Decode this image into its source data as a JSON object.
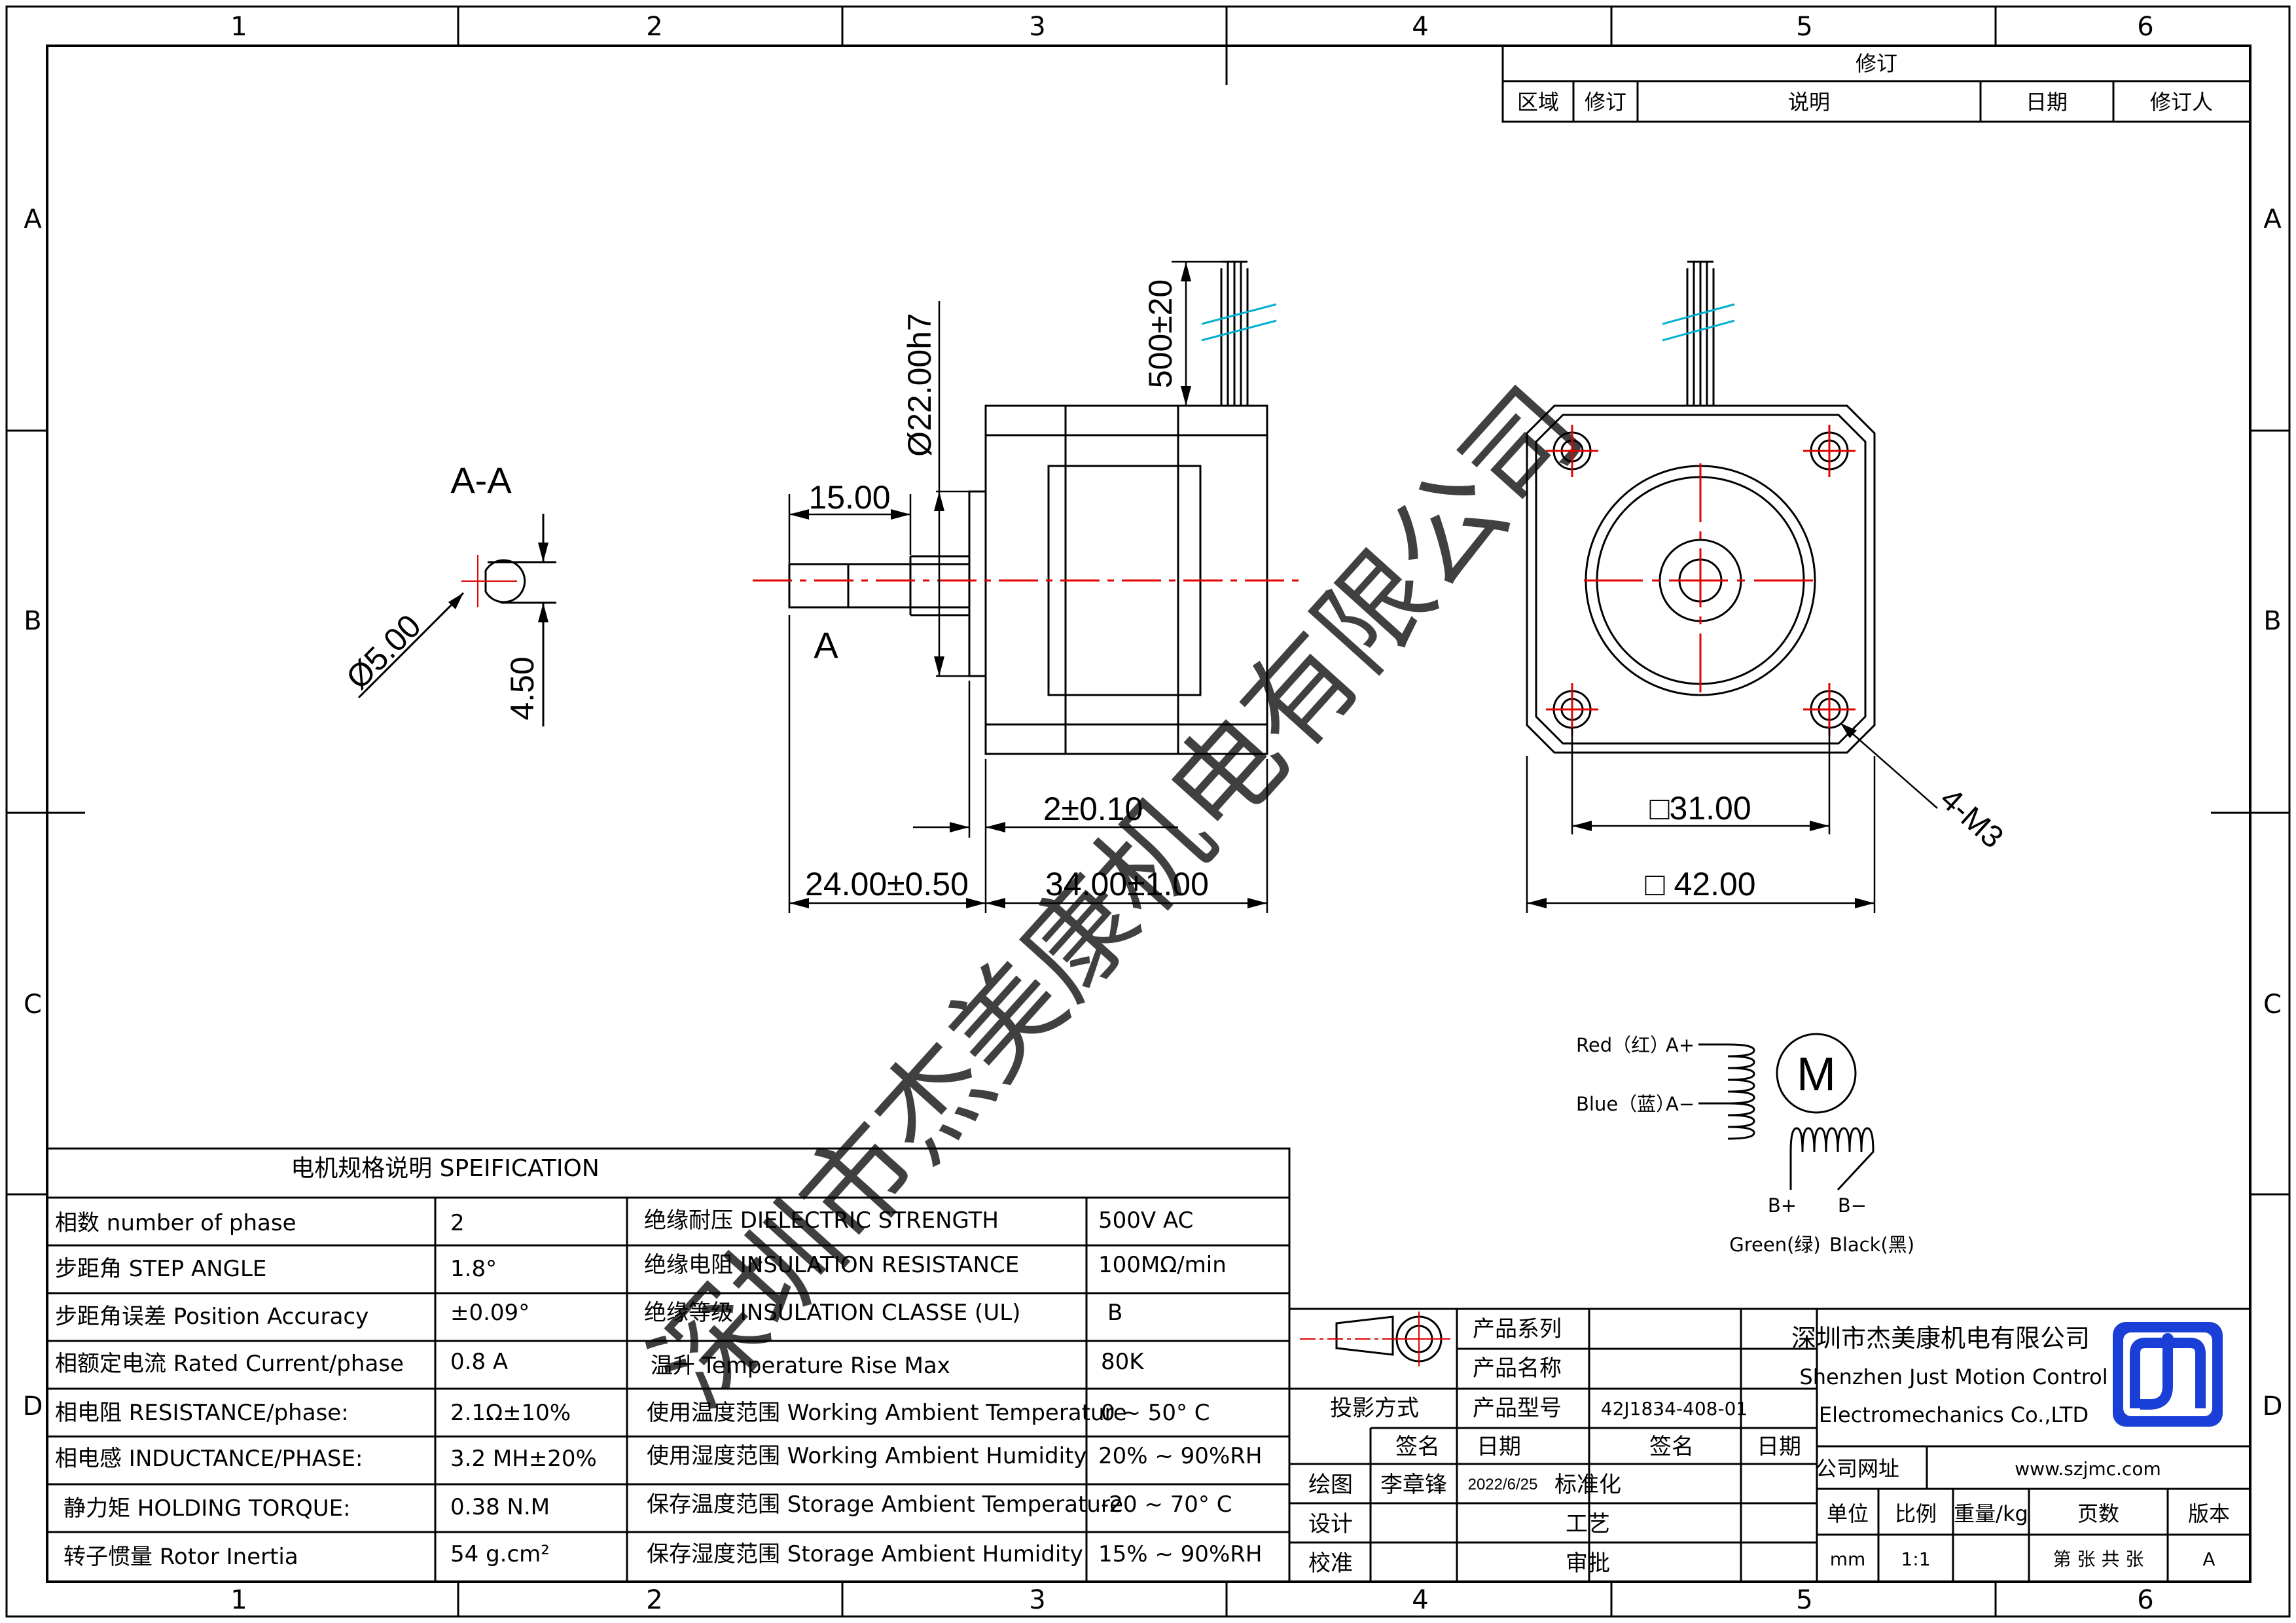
{
  "frame": {
    "col_labels": [
      "1",
      "2",
      "3",
      "4",
      "5",
      "6"
    ],
    "row_labels": [
      "A",
      "B",
      "C",
      "D"
    ]
  },
  "revision": {
    "title": "修订",
    "headers": [
      "区域",
      "修订",
      "说明",
      "日期",
      "修订人"
    ]
  },
  "section_view": {
    "title": "A-A",
    "dia": "Ø5.00",
    "flat": "4.50"
  },
  "side_view": {
    "shaft_len": "15.00",
    "pilot_dia": "Ø22.00h7",
    "lead_len": "500±20",
    "section_mark": "A",
    "pilot_height": "2±0.10",
    "shaft_total": "24.00±0.50",
    "body_len": "34.00±1.00"
  },
  "front_view": {
    "hole_pitch": "□31.00",
    "body_size": "□ 42.00",
    "holes": "4-M3"
  },
  "wiring": {
    "red": "Red（红）",
    "a_plus": "A+",
    "blue": "Blue（蓝）",
    "a_minus": "A−",
    "motor": "M",
    "b_plus": "B+",
    "b_minus": "B−",
    "green": "Green(绿)",
    "black": "Black(黑)"
  },
  "watermark": "深圳市杰美康机电有限公司",
  "spec": {
    "title": "电机规格说明 SPEIFICATION",
    "rows": [
      [
        "相数 number of phase",
        "2",
        "绝缘耐压 DIELECTRIC STRENGTH",
        "500V AC"
      ],
      [
        "步距角 STEP ANGLE",
        "1.8°",
        "绝缘电阻 INSULATION RESISTANCE",
        "100MΩ/min"
      ],
      [
        "步距角误差 Position Accuracy",
        "±0.09°",
        "绝缘等级 INSULATION CLASSE (UL)",
        "B"
      ],
      [
        "相额定电流 Rated Current/phase",
        "0.8 A",
        "温升 Temperature Rise Max",
        "80K"
      ],
      [
        "相电阻 RESISTANCE/phase:",
        "2.1Ω±10%",
        "使用温度范围 Working Ambient Temperature",
        "0 ~ 50° C"
      ],
      [
        "相电感 INDUCTANCE/PHASE:",
        "3.2 MH±20%",
        "使用湿度范围 Working Ambient Humidity",
        "20% ~ 90%RH"
      ],
      [
        "静力矩 HOLDING TORQUE:",
        "0.38 N.M",
        "保存温度范围 Storage Ambient Temperature",
        "-20 ~ 70° C"
      ],
      [
        "转子惯量 Rotor Inertia",
        "54 g.cm²",
        "保存湿度范围 Storage Ambient Humidity",
        "15% ~ 90%RH"
      ]
    ]
  },
  "title_block": {
    "product_series": "产品系列",
    "product_name": "产品名称",
    "projection": "投影方式",
    "product_model": "产品型号",
    "model_value": "42J1834-408-01",
    "sign": "签名",
    "date": "日期",
    "drawn": "绘图",
    "drawer": "李章锋",
    "drawn_date": "2022/6/25",
    "standard": "标准化",
    "design": "设计",
    "process": "工艺",
    "check": "校准",
    "approve": "审批",
    "company_cn": "深圳市杰美康机电有限公司",
    "company_en1": "Shenzhen Just Motion Control",
    "company_en2": "Electromechanics Co.,LTD",
    "website_label": "公司网址",
    "website": "www.szjmc.com",
    "unit": "单位",
    "scale": "比例",
    "weight": "重量/kg",
    "pages": "页数",
    "version": "版本",
    "unit_value": "mm",
    "scale_value": "1:1",
    "pages_value": "第 张 共 张",
    "version_value": "A"
  },
  "colors": {
    "line": "#000000",
    "center": "#e00000",
    "hatch": "#00b0d0",
    "logo": "#1a3fd6",
    "watermark": "#b8b8b8"
  }
}
